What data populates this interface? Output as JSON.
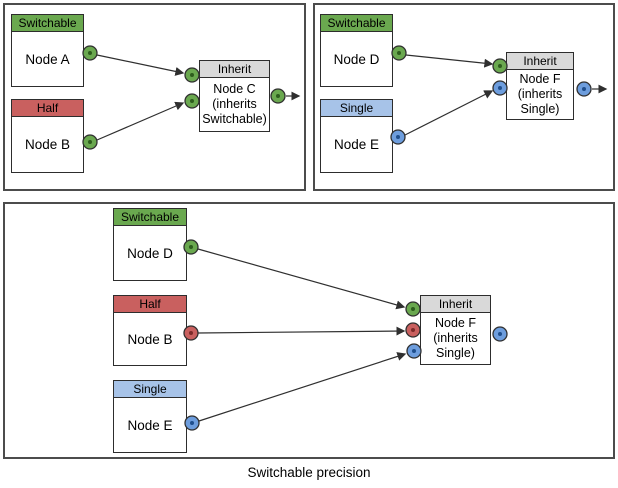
{
  "colors": {
    "switchable": "#6aa84f",
    "half": "#c9605f",
    "single": "#a7c3e8",
    "inherit": "#d9d9d9",
    "port_green": "#6aa84f",
    "port_red": "#c9605f",
    "port_blue": "#6d9ddd",
    "port_dot_green": "#2d5d1d",
    "port_dot_red": "#7c2a2a",
    "port_dot_blue": "#1f4e8c"
  },
  "caption": "Switchable precision",
  "panels": {
    "top_left": {
      "node_a": {
        "header": "Switchable",
        "body": "Node A"
      },
      "node_b": {
        "header": "Half",
        "body": "Node B"
      },
      "node_c": {
        "header": "Inherit",
        "line1": "Node C",
        "line2": "(inherits",
        "line3": "Switchable)"
      }
    },
    "top_right": {
      "node_d": {
        "header": "Switchable",
        "body": "Node D"
      },
      "node_e": {
        "header": "Single",
        "body": "Node E"
      },
      "node_f": {
        "header": "Inherit",
        "line1": "Node F",
        "line2": "(inherits",
        "line3": "Single)"
      }
    },
    "bottom": {
      "node_d": {
        "header": "Switchable",
        "body": "Node D"
      },
      "node_b": {
        "header": "Half",
        "body": "Node B"
      },
      "node_e": {
        "header": "Single",
        "body": "Node E"
      },
      "node_f": {
        "header": "Inherit",
        "line1": "Node F",
        "line2": "(inherits",
        "line3": "Single)"
      }
    }
  }
}
